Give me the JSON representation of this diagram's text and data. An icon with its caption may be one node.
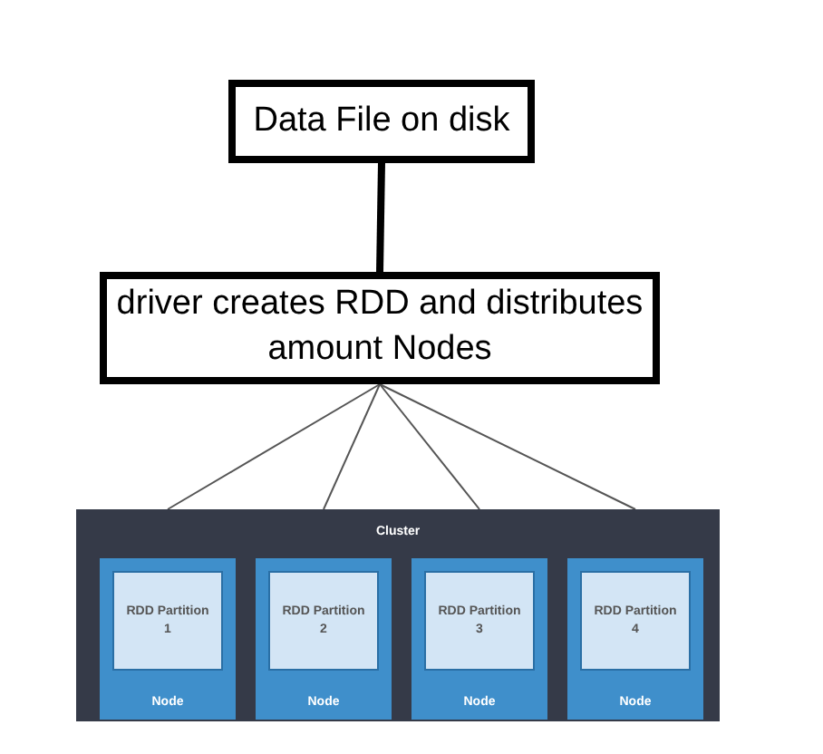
{
  "diagram": {
    "nodes": [
      {
        "text": [
          "Data File on disk"
        ]
      },
      {
        "text": [
          "driver creates RDD and distributes amount Nodes"
        ]
      },
      {
        "text": [
          "Cluster"
        ]
      },
      {
        "text": [
          "Node"
        ],
        "in": 2
      },
      {
        "text": [
          "RDD Partition 1"
        ],
        "in": 3
      },
      {
        "text": [
          "Node"
        ],
        "in": 2
      },
      {
        "text": [
          "RDD Partition 2"
        ],
        "in": 5
      },
      {
        "text": [
          "Node"
        ],
        "in": 2
      },
      {
        "text": [
          "RDD Partition 3"
        ],
        "in": 7
      },
      {
        "text": [
          "Node"
        ],
        "in": 2
      },
      {
        "text": [
          "RDD Partition 4"
        ],
        "in": 9
      }
    ],
    "edges": [
      {
        "from": 0,
        "to": 1,
        "arrow": "none",
        "style": "thick"
      },
      {
        "from": 1,
        "to": 3,
        "arrow": "none"
      },
      {
        "from": 1,
        "to": 5,
        "arrow": "none"
      },
      {
        "from": 1,
        "to": 7,
        "arrow": "none"
      },
      {
        "from": 1,
        "to": 9,
        "arrow": "none"
      }
    ]
  }
}
